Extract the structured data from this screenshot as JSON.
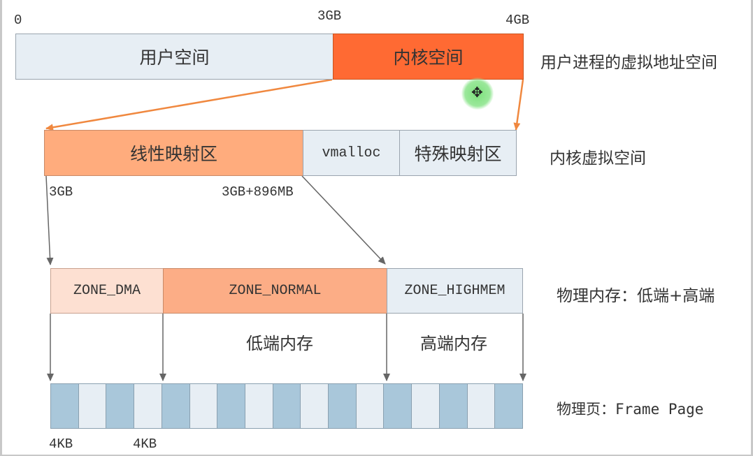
{
  "virtual_address": {
    "user_space_label": "用户空间",
    "kernel_space_label": "内核空间",
    "addr_0": "0",
    "addr_3gb": "3GB",
    "addr_4gb": "4GB",
    "side_label": "用户进程的虚拟地址空间"
  },
  "kernel_virtual": {
    "linear_map_label": "线性映射区",
    "vmalloc_label": "vmalloc",
    "special_map_label": "特殊映射区",
    "addr_start": "3GB",
    "addr_896": "3GB+896MB",
    "side_label": "内核虚拟空间"
  },
  "physical_memory": {
    "zone_dma": "ZONE_DMA",
    "zone_normal": "ZONE_NORMAL",
    "zone_highmem": "ZONE_HIGHMEM",
    "low_mem_label": "低端内存",
    "high_mem_label": "高端内存",
    "side_label": "物理内存：低端+高端"
  },
  "frame_pages": {
    "side_label": "物理页：Frame Page",
    "size_label_1": "4KB",
    "size_label_2": "4KB",
    "cell_pattern": [
      "dark",
      "light",
      "dark",
      "light",
      "dark",
      "light",
      "dark",
      "light",
      "dark",
      "light",
      "dark",
      "light",
      "dark",
      "light",
      "dark",
      "light",
      "dark"
    ]
  },
  "colors": {
    "kernel_space": "#ff6a33",
    "linear_map": "#ffac7d",
    "zone_normal": "#fcad86",
    "zone_dma": "#fde0d2",
    "neutral": "#e7eef4",
    "page_dark": "#a9c7da",
    "orange_arrow": "#f0883f",
    "gray_arrow": "#666666"
  },
  "cursor_icon": "move-cursor-icon"
}
